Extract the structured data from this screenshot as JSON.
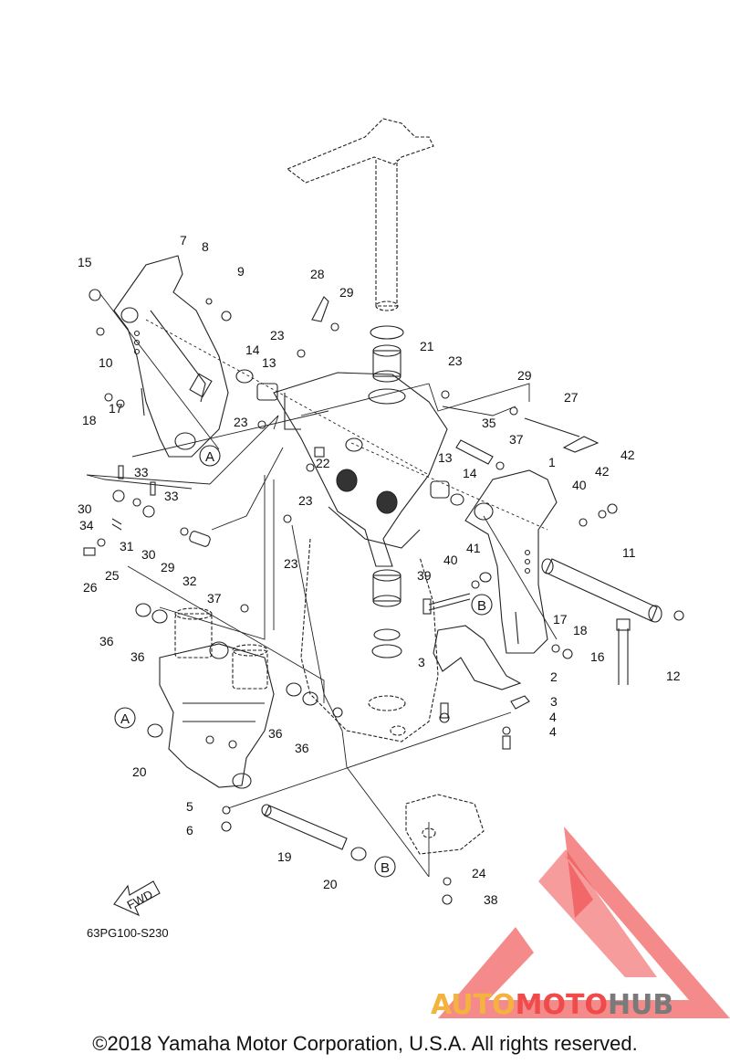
{
  "diagram": {
    "part_code": "63PG100-S230",
    "fwd_label": "FWD",
    "ref_a": "A",
    "ref_b": "B",
    "callouts": [
      "1",
      "2",
      "3",
      "3",
      "4",
      "4",
      "5",
      "6",
      "7",
      "8",
      "9",
      "10",
      "11",
      "12",
      "13",
      "13",
      "14",
      "14",
      "15",
      "16",
      "17",
      "17",
      "18",
      "18",
      "19",
      "20",
      "20",
      "21",
      "22",
      "23",
      "23",
      "23",
      "23",
      "23",
      "24",
      "25",
      "26",
      "27",
      "28",
      "29",
      "29",
      "29",
      "30",
      "30",
      "31",
      "32",
      "33",
      "33",
      "34",
      "35",
      "36",
      "36",
      "36",
      "36",
      "37",
      "37",
      "38",
      "39",
      "40",
      "40",
      "41",
      "42",
      "42"
    ]
  },
  "watermark": {
    "part1": "AUTO",
    "part2": "MOTO",
    "part3": "HUB",
    "colors": {
      "auto": "#f4b33f",
      "moto": "#ef4b4b",
      "hub": "#7a7a7a"
    }
  },
  "copyright": "©2018 Yamaha Motor Corporation, U.S.A. All rights reserved."
}
